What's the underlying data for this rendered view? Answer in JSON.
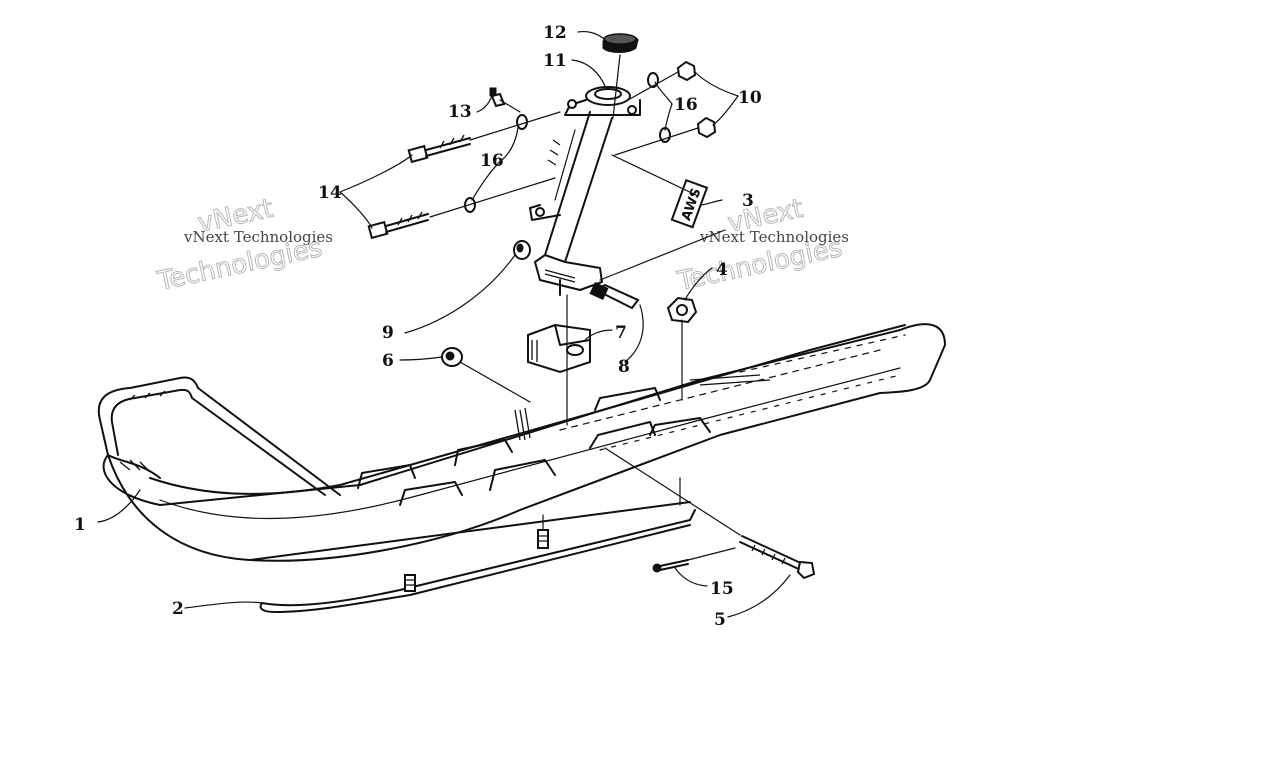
{
  "watermark": {
    "small_text": "vNext Technologies",
    "large_text_1": "vNext",
    "large_text_2": "Technologies"
  },
  "decal_text": "AWS",
  "callouts": [
    "1",
    "2",
    "3",
    "4",
    "5",
    "6",
    "7",
    "8",
    "9",
    "10",
    "11",
    "12",
    "13",
    "14",
    "15",
    "16"
  ]
}
